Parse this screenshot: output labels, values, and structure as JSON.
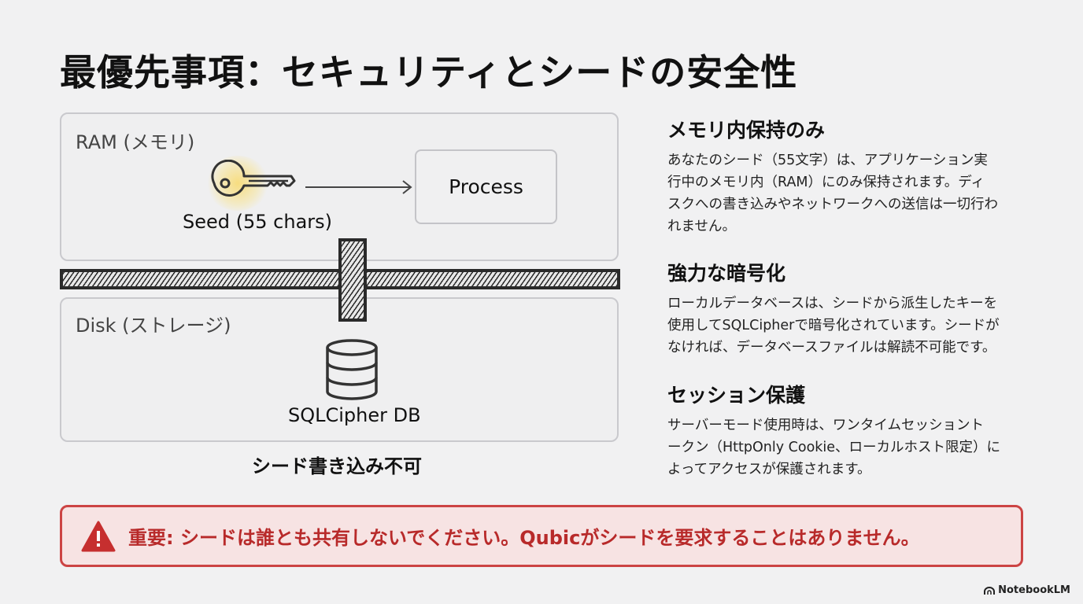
{
  "title": "最優先事項：セキュリティとシードの安全性",
  "diagram": {
    "ram_label": "RAM (メモリ)",
    "seed_label": "Seed (55 chars)",
    "process_label": "Process",
    "disk_label": "Disk (ストレージ)",
    "db_label": "SQLCipher DB",
    "no_write_label": "シード書き込み不可"
  },
  "sections": [
    {
      "heading": "メモリ内保持のみ",
      "lines": [
        "あなたのシード（55文字）は、アプリケーション実",
        "行中のメモリ内（RAM）にのみ保持されます。ディ",
        "スクへの書き込みやネットワークへの送信は一切行わ",
        "れません。"
      ]
    },
    {
      "heading": "強力な暗号化",
      "lines": [
        "ローカルデータベースは、シードから派生したキーを",
        "使用してSQLCipherで暗号化されています。シードが",
        "なければ、データベースファイルは解読不可能です。"
      ]
    },
    {
      "heading": "セッション保護",
      "lines": [
        "サーバーモード使用時は、ワンタイムセッショント",
        "ークン（HttpOnly Cookie、ローカルホスト限定）に",
        "よってアクセスが保護されます。"
      ]
    }
  ],
  "warning": "重要: シードは誰とも共有しないでください。Qubicがシードを要求することはありません。",
  "brand": "NotebookLM",
  "colors": {
    "warning_border": "#cc4444",
    "warning_bg": "#f7e3e3",
    "warning_text": "#b82a2a",
    "key_glow": "#fad75a"
  }
}
